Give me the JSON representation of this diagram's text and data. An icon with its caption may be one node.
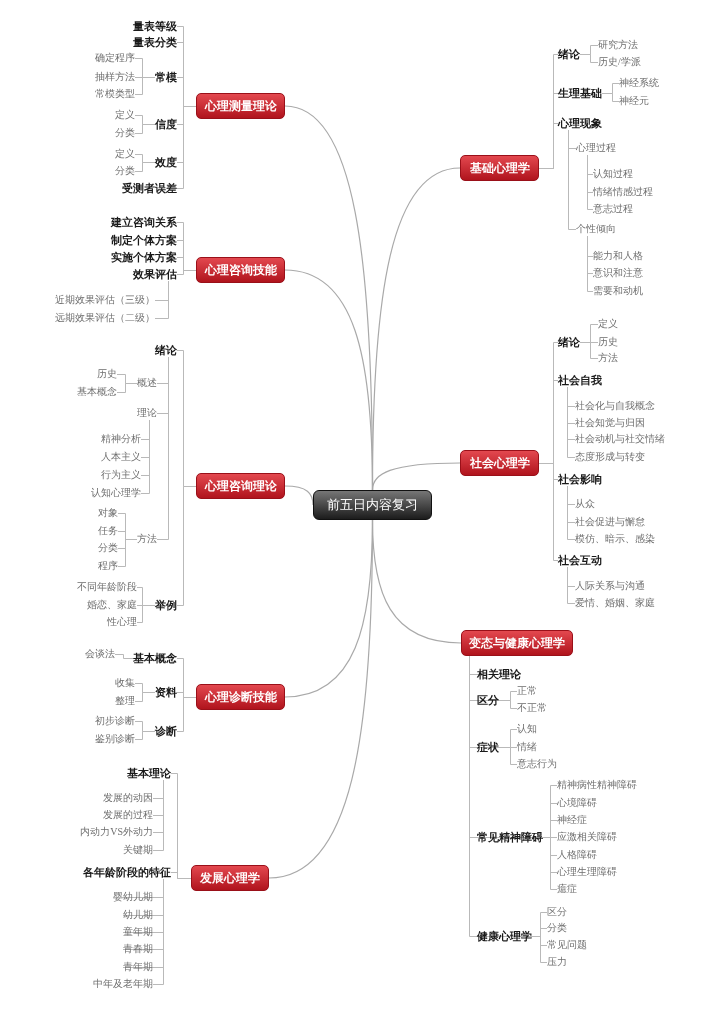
{
  "diagram": {
    "nodes": [
      {
        "text": [
          "前五日内容复习"
        ]
      },
      {
        "text": [
          "心理测量理论"
        ]
      },
      {
        "text": [
          "量表等级"
        ]
      },
      {
        "text": [
          "量表分类"
        ]
      },
      {
        "text": [
          "常模"
        ]
      },
      {
        "text": [
          "确定程序"
        ]
      },
      {
        "text": [
          "抽样方法"
        ]
      },
      {
        "text": [
          "常模类型"
        ]
      },
      {
        "text": [
          "信度"
        ]
      },
      {
        "text": [
          "定义"
        ]
      },
      {
        "text": [
          "分类"
        ]
      },
      {
        "text": [
          "效度"
        ]
      },
      {
        "text": [
          "定义"
        ]
      },
      {
        "text": [
          "分类"
        ]
      },
      {
        "text": [
          "受测者误差"
        ]
      },
      {
        "text": [
          "心理咨询技能"
        ]
      },
      {
        "text": [
          "建立咨询关系"
        ]
      },
      {
        "text": [
          "制定个体方案"
        ]
      },
      {
        "text": [
          "实施个体方案"
        ]
      },
      {
        "text": [
          "效果评估"
        ]
      },
      {
        "text": [
          "近期效果评估（三级）"
        ]
      },
      {
        "text": [
          "远期效果评估（二级）"
        ]
      },
      {
        "text": [
          "心理咨询理论"
        ]
      },
      {
        "text": [
          "绪论"
        ]
      },
      {
        "text": [
          "概述"
        ]
      },
      {
        "text": [
          "历史"
        ]
      },
      {
        "text": [
          "基本概念"
        ]
      },
      {
        "text": [
          "理论"
        ]
      },
      {
        "text": [
          "精神分析"
        ]
      },
      {
        "text": [
          "人本主义"
        ]
      },
      {
        "text": [
          "行为主义"
        ]
      },
      {
        "text": [
          "认知心理学"
        ]
      },
      {
        "text": [
          "方法"
        ]
      },
      {
        "text": [
          "对象"
        ]
      },
      {
        "text": [
          "任务"
        ]
      },
      {
        "text": [
          "分类"
        ]
      },
      {
        "text": [
          "程序"
        ]
      },
      {
        "text": [
          "举例"
        ]
      },
      {
        "text": [
          "不同年龄阶段"
        ]
      },
      {
        "text": [
          "婚恋、家庭"
        ]
      },
      {
        "text": [
          "性心理"
        ]
      },
      {
        "text": [
          "心理诊断技能"
        ]
      },
      {
        "text": [
          "基本概念"
        ]
      },
      {
        "text": [
          "会谈法"
        ]
      },
      {
        "text": [
          "资料"
        ]
      },
      {
        "text": [
          "收集"
        ]
      },
      {
        "text": [
          "整理"
        ]
      },
      {
        "text": [
          "诊断"
        ]
      },
      {
        "text": [
          "初步诊断"
        ]
      },
      {
        "text": [
          "鉴别诊断"
        ]
      },
      {
        "text": [
          "发展心理学"
        ]
      },
      {
        "text": [
          "基本理论"
        ]
      },
      {
        "text": [
          "发展的动因"
        ]
      },
      {
        "text": [
          "发展的过程"
        ]
      },
      {
        "text": [
          "内动力VS外动力"
        ]
      },
      {
        "text": [
          "关键期"
        ]
      },
      {
        "text": [
          "各年龄阶段的特征"
        ]
      },
      {
        "text": [
          "婴幼儿期"
        ]
      },
      {
        "text": [
          "幼儿期"
        ]
      },
      {
        "text": [
          "童年期"
        ]
      },
      {
        "text": [
          "青春期"
        ]
      },
      {
        "text": [
          "青年期"
        ]
      },
      {
        "text": [
          "中年及老年期"
        ]
      },
      {
        "text": [
          "基础心理学"
        ]
      },
      {
        "text": [
          "绪论"
        ]
      },
      {
        "text": [
          "研究方法"
        ]
      },
      {
        "text": [
          "历史/学派"
        ]
      },
      {
        "text": [
          "生理基础"
        ]
      },
      {
        "text": [
          "神经系统"
        ]
      },
      {
        "text": [
          "神经元"
        ]
      },
      {
        "text": [
          "心理现象"
        ]
      },
      {
        "text": [
          "心理过程"
        ]
      },
      {
        "text": [
          "认知过程"
        ]
      },
      {
        "text": [
          "情绪情感过程"
        ]
      },
      {
        "text": [
          "意志过程"
        ]
      },
      {
        "text": [
          "个性倾向"
        ]
      },
      {
        "text": [
          "能力和人格"
        ]
      },
      {
        "text": [
          "意识和注意"
        ]
      },
      {
        "text": [
          "需要和动机"
        ]
      },
      {
        "text": [
          "社会心理学"
        ]
      },
      {
        "text": [
          "绪论"
        ]
      },
      {
        "text": [
          "定义"
        ]
      },
      {
        "text": [
          "历史"
        ]
      },
      {
        "text": [
          "方法"
        ]
      },
      {
        "text": [
          "社会自我"
        ]
      },
      {
        "text": [
          "社会化与自我概念"
        ]
      },
      {
        "text": [
          "社会知觉与归因"
        ]
      },
      {
        "text": [
          "社会动机与社交情绪"
        ]
      },
      {
        "text": [
          "态度形成与转变"
        ]
      },
      {
        "text": [
          "社会影响"
        ]
      },
      {
        "text": [
          "从众"
        ]
      },
      {
        "text": [
          "社会促进与懈怠"
        ]
      },
      {
        "text": [
          "模仿、暗示、感染"
        ]
      },
      {
        "text": [
          "社会互动"
        ]
      },
      {
        "text": [
          "人际关系与沟通"
        ]
      },
      {
        "text": [
          "爱情、婚姻、家庭"
        ]
      },
      {
        "text": [
          "变态与健康心理学"
        ]
      },
      {
        "text": [
          "相关理论"
        ]
      },
      {
        "text": [
          "区分"
        ]
      },
      {
        "text": [
          "正常"
        ]
      },
      {
        "text": [
          "不正常"
        ]
      },
      {
        "text": [
          "症状"
        ]
      },
      {
        "text": [
          "认知"
        ]
      },
      {
        "text": [
          "情绪"
        ]
      },
      {
        "text": [
          "意志行为"
        ]
      },
      {
        "text": [
          "常见精神障碍"
        ]
      },
      {
        "text": [
          "精神病性精神障碍"
        ]
      },
      {
        "text": [
          "心境障碍"
        ]
      },
      {
        "text": [
          "神经症"
        ]
      },
      {
        "text": [
          "应激相关障碍"
        ]
      },
      {
        "text": [
          "人格障碍"
        ]
      },
      {
        "text": [
          "心理生理障碍"
        ]
      },
      {
        "text": [
          "癔症"
        ]
      },
      {
        "text": [
          "健康心理学"
        ]
      },
      {
        "text": [
          "区分"
        ]
      },
      {
        "text": [
          "分类"
        ]
      },
      {
        "text": [
          "常见问题"
        ]
      },
      {
        "text": [
          "压力"
        ]
      }
    ],
    "edges": [
      {
        "from": 0,
        "to": 1,
        "arrow": "none"
      },
      {
        "from": 0,
        "to": 15,
        "arrow": "none"
      },
      {
        "from": 0,
        "to": 22,
        "arrow": "none"
      },
      {
        "from": 0,
        "to": 41,
        "arrow": "none"
      },
      {
        "from": 0,
        "to": 50,
        "arrow": "none"
      },
      {
        "from": 0,
        "to": 63,
        "arrow": "none"
      },
      {
        "from": 0,
        "to": 79,
        "arrow": "none"
      },
      {
        "from": 0,
        "to": 96,
        "arrow": "none"
      },
      {
        "from": 1,
        "to": 2,
        "arrow": "none"
      },
      {
        "from": 1,
        "to": 3,
        "arrow": "none"
      },
      {
        "from": 1,
        "to": 4,
        "arrow": "none"
      },
      {
        "from": 1,
        "to": 8,
        "arrow": "none"
      },
      {
        "from": 1,
        "to": 11,
        "arrow": "none"
      },
      {
        "from": 1,
        "to": 14,
        "arrow": "none"
      },
      {
        "from": 4,
        "to": 5,
        "arrow": "none"
      },
      {
        "from": 4,
        "to": 6,
        "arrow": "none"
      },
      {
        "from": 4,
        "to": 7,
        "arrow": "none"
      },
      {
        "from": 8,
        "to": 9,
        "arrow": "none"
      },
      {
        "from": 8,
        "to": 10,
        "arrow": "none"
      },
      {
        "from": 11,
        "to": 12,
        "arrow": "none"
      },
      {
        "from": 11,
        "to": 13,
        "arrow": "none"
      },
      {
        "from": 15,
        "to": 16,
        "arrow": "none"
      },
      {
        "from": 15,
        "to": 17,
        "arrow": "none"
      },
      {
        "from": 15,
        "to": 18,
        "arrow": "none"
      },
      {
        "from": 15,
        "to": 19,
        "arrow": "none"
      },
      {
        "from": 19,
        "to": 20,
        "arrow": "none"
      },
      {
        "from": 19,
        "to": 21,
        "arrow": "none"
      },
      {
        "from": 22,
        "to": 23,
        "arrow": "none"
      },
      {
        "from": 22,
        "to": 37,
        "arrow": "none"
      },
      {
        "from": 23,
        "to": 24,
        "arrow": "none"
      },
      {
        "from": 23,
        "to": 27,
        "arrow": "none"
      },
      {
        "from": 23,
        "to": 32,
        "arrow": "none"
      },
      {
        "from": 24,
        "to": 25,
        "arrow": "none"
      },
      {
        "from": 24,
        "to": 26,
        "arrow": "none"
      },
      {
        "from": 27,
        "to": 28,
        "arrow": "none"
      },
      {
        "from": 27,
        "to": 29,
        "arrow": "none"
      },
      {
        "from": 27,
        "to": 30,
        "arrow": "none"
      },
      {
        "from": 27,
        "to": 31,
        "arrow": "none"
      },
      {
        "from": 32,
        "to": 33,
        "arrow": "none"
      },
      {
        "from": 32,
        "to": 34,
        "arrow": "none"
      },
      {
        "from": 32,
        "to": 35,
        "arrow": "none"
      },
      {
        "from": 32,
        "to": 36,
        "arrow": "none"
      },
      {
        "from": 37,
        "to": 38,
        "arrow": "none"
      },
      {
        "from": 37,
        "to": 39,
        "arrow": "none"
      },
      {
        "from": 37,
        "to": 40,
        "arrow": "none"
      },
      {
        "from": 41,
        "to": 42,
        "arrow": "none"
      },
      {
        "from": 41,
        "to": 44,
        "arrow": "none"
      },
      {
        "from": 41,
        "to": 47,
        "arrow": "none"
      },
      {
        "from": 42,
        "to": 43,
        "arrow": "none"
      },
      {
        "from": 44,
        "to": 45,
        "arrow": "none"
      },
      {
        "from": 44,
        "to": 46,
        "arrow": "none"
      },
      {
        "from": 47,
        "to": 48,
        "arrow": "none"
      },
      {
        "from": 47,
        "to": 49,
        "arrow": "none"
      },
      {
        "from": 50,
        "to": 51,
        "arrow": "none"
      },
      {
        "from": 50,
        "to": 56,
        "arrow": "none"
      },
      {
        "from": 51,
        "to": 52,
        "arrow": "none"
      },
      {
        "from": 51,
        "to": 53,
        "arrow": "none"
      },
      {
        "from": 51,
        "to": 54,
        "arrow": "none"
      },
      {
        "from": 51,
        "to": 55,
        "arrow": "none"
      },
      {
        "from": 56,
        "to": 57,
        "arrow": "none"
      },
      {
        "from": 56,
        "to": 58,
        "arrow": "none"
      },
      {
        "from": 56,
        "to": 59,
        "arrow": "none"
      },
      {
        "from": 56,
        "to": 60,
        "arrow": "none"
      },
      {
        "from": 56,
        "to": 61,
        "arrow": "none"
      },
      {
        "from": 56,
        "to": 62,
        "arrow": "none"
      },
      {
        "from": 63,
        "to": 64,
        "arrow": "none"
      },
      {
        "from": 63,
        "to": 67,
        "arrow": "none"
      },
      {
        "from": 63,
        "to": 70,
        "arrow": "none"
      },
      {
        "from": 64,
        "to": 65,
        "arrow": "none"
      },
      {
        "from": 64,
        "to": 66,
        "arrow": "none"
      },
      {
        "from": 67,
        "to": 68,
        "arrow": "none"
      },
      {
        "from": 67,
        "to": 69,
        "arrow": "none"
      },
      {
        "from": 70,
        "to": 71,
        "arrow": "none"
      },
      {
        "from": 70,
        "to": 75,
        "arrow": "none"
      },
      {
        "from": 71,
        "to": 72,
        "arrow": "none"
      },
      {
        "from": 71,
        "to": 73,
        "arrow": "none"
      },
      {
        "from": 71,
        "to": 74,
        "arrow": "none"
      },
      {
        "from": 75,
        "to": 76,
        "arrow": "none"
      },
      {
        "from": 75,
        "to": 77,
        "arrow": "none"
      },
      {
        "from": 75,
        "to": 78,
        "arrow": "none"
      },
      {
        "from": 79,
        "to": 80,
        "arrow": "none"
      },
      {
        "from": 79,
        "to": 84,
        "arrow": "none"
      },
      {
        "from": 79,
        "to": 89,
        "arrow": "none"
      },
      {
        "from": 79,
        "to": 93,
        "arrow": "none"
      },
      {
        "from": 80,
        "to": 81,
        "arrow": "none"
      },
      {
        "from": 80,
        "to": 82,
        "arrow": "none"
      },
      {
        "from": 80,
        "to": 83,
        "arrow": "none"
      },
      {
        "from": 84,
        "to": 85,
        "arrow": "none"
      },
      {
        "from": 84,
        "to": 86,
        "arrow": "none"
      },
      {
        "from": 84,
        "to": 87,
        "arrow": "none"
      },
      {
        "from": 84,
        "to": 88,
        "arrow": "none"
      },
      {
        "from": 89,
        "to": 90,
        "arrow": "none"
      },
      {
        "from": 89,
        "to": 91,
        "arrow": "none"
      },
      {
        "from": 89,
        "to": 92,
        "arrow": "none"
      },
      {
        "from": 93,
        "to": 94,
        "arrow": "none"
      },
      {
        "from": 93,
        "to": 95,
        "arrow": "none"
      },
      {
        "from": 96,
        "to": 97,
        "arrow": "none"
      },
      {
        "from": 96,
        "to": 98,
        "arrow": "none"
      },
      {
        "from": 96,
        "to": 101,
        "arrow": "none"
      },
      {
        "from": 96,
        "to": 105,
        "arrow": "none"
      },
      {
        "from": 96,
        "to": 113,
        "arrow": "none"
      },
      {
        "from": 98,
        "to": 99,
        "arrow": "none"
      },
      {
        "from": 98,
        "to": 100,
        "arrow": "none"
      },
      {
        "from": 101,
        "to": 102,
        "arrow": "none"
      },
      {
        "from": 101,
        "to": 103,
        "arrow": "none"
      },
      {
        "from": 101,
        "to": 104,
        "arrow": "none"
      },
      {
        "from": 105,
        "to": 106,
        "arrow": "none"
      },
      {
        "from": 105,
        "to": 107,
        "arrow": "none"
      },
      {
        "from": 105,
        "to": 108,
        "arrow": "none"
      },
      {
        "from": 105,
        "to": 109,
        "arrow": "none"
      },
      {
        "from": 105,
        "to": 110,
        "arrow": "none"
      },
      {
        "from": 105,
        "to": 111,
        "arrow": "none"
      },
      {
        "from": 105,
        "to": 112,
        "arrow": "none"
      },
      {
        "from": 113,
        "to": 114,
        "arrow": "none"
      },
      {
        "from": 113,
        "to": 115,
        "arrow": "none"
      },
      {
        "from": 113,
        "to": 116,
        "arrow": "none"
      },
      {
        "from": 113,
        "to": 117,
        "arrow": "none"
      }
    ]
  }
}
